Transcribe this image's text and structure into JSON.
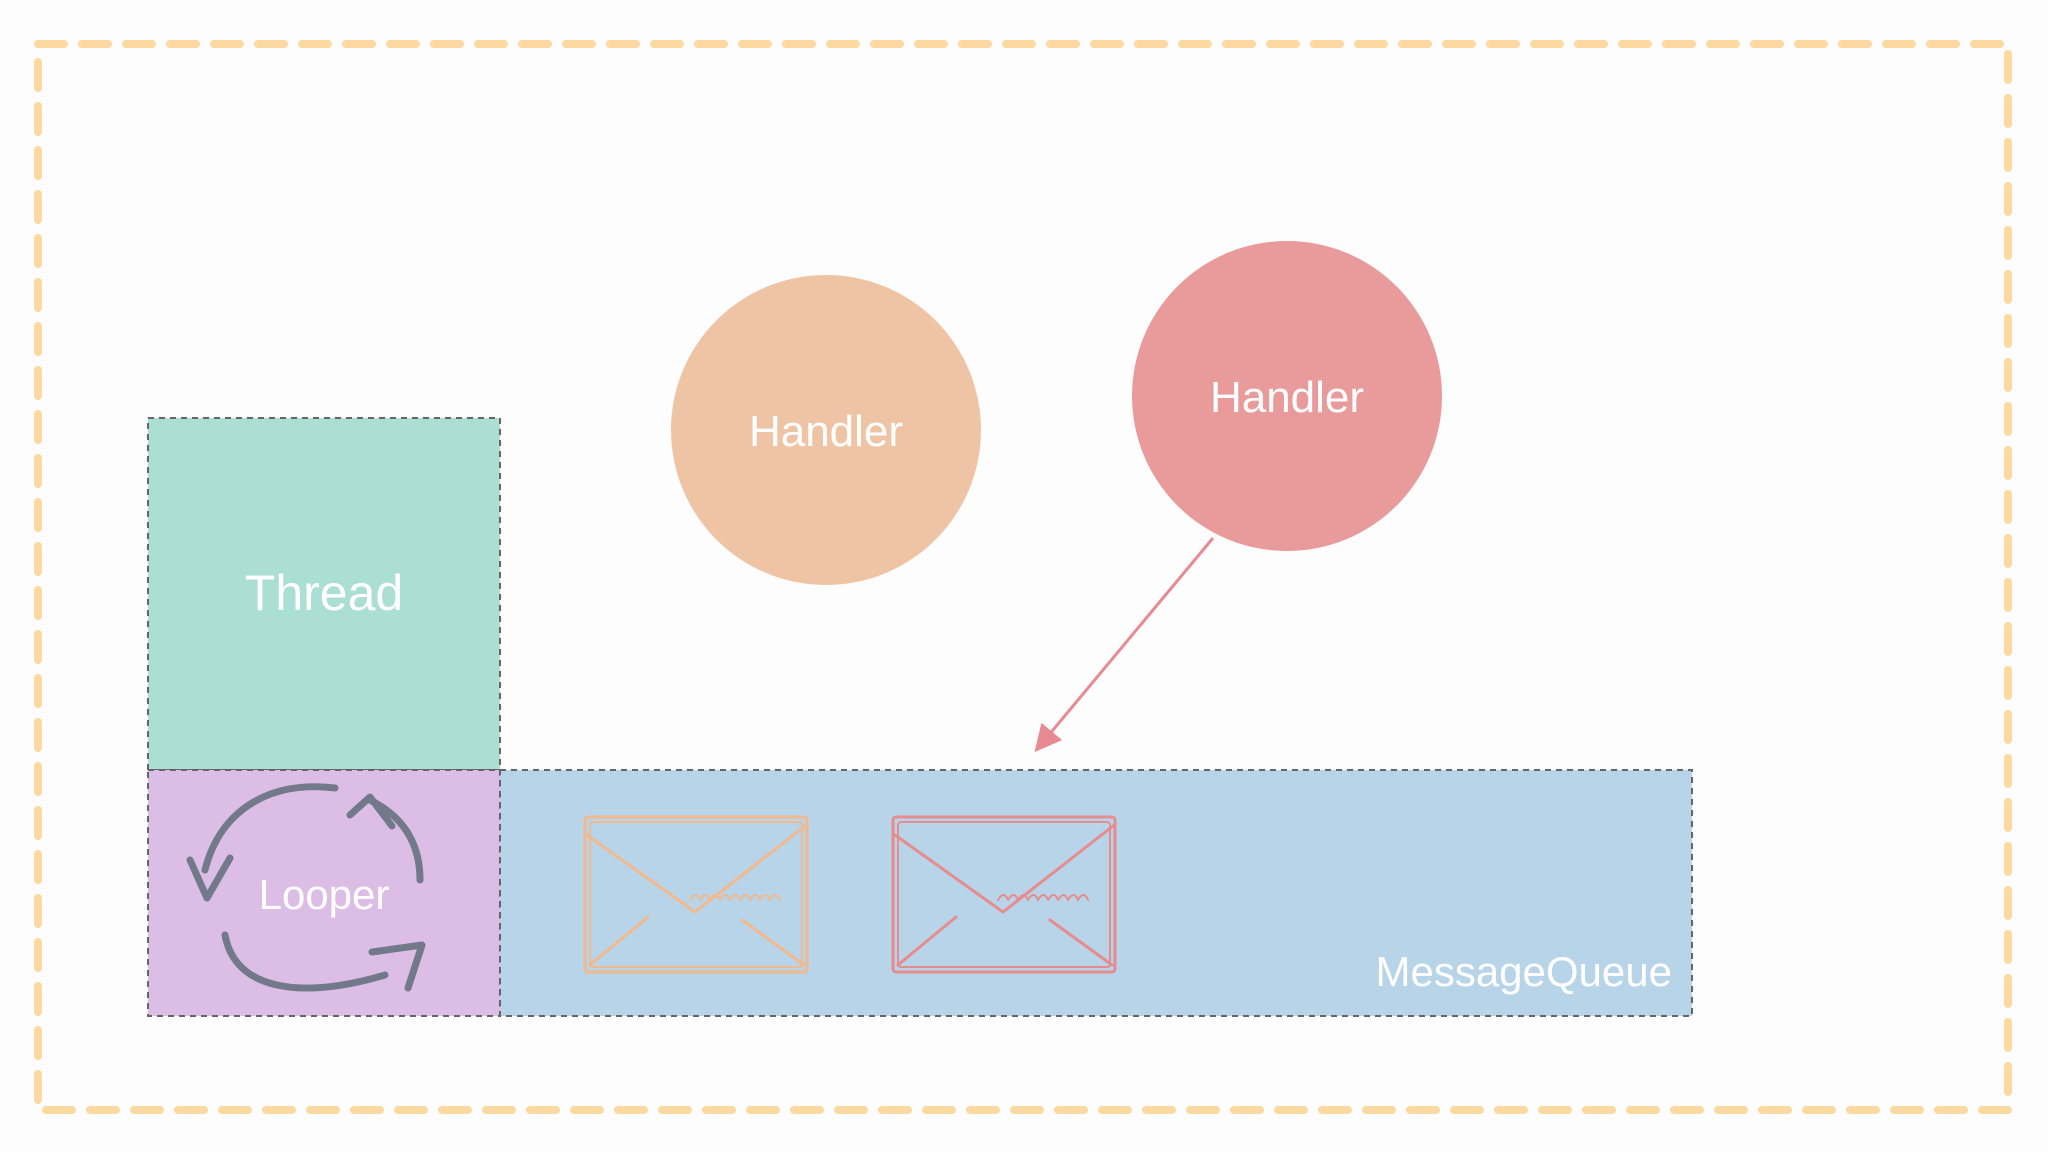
{
  "diagram": {
    "thread": {
      "label": "Thread",
      "color": "#acdfd4"
    },
    "looper": {
      "label": "Looper",
      "color": "#dbbde6"
    },
    "message_queue": {
      "label": "MessageQueue",
      "color": "#b7d4e8"
    },
    "handlers": [
      {
        "label": "Handler",
        "color": "#efc4a4"
      },
      {
        "label": "Handler",
        "color": "#e99a9b"
      }
    ],
    "messages": [
      {
        "icon": "envelope-icon",
        "stroke": "#f2b88e"
      },
      {
        "icon": "envelope-icon",
        "stroke": "#e78c8e"
      }
    ],
    "border_color": "#fbd9a0",
    "arrow_color": "#e88a92",
    "loop_icon": "circular-arrows-icon"
  }
}
